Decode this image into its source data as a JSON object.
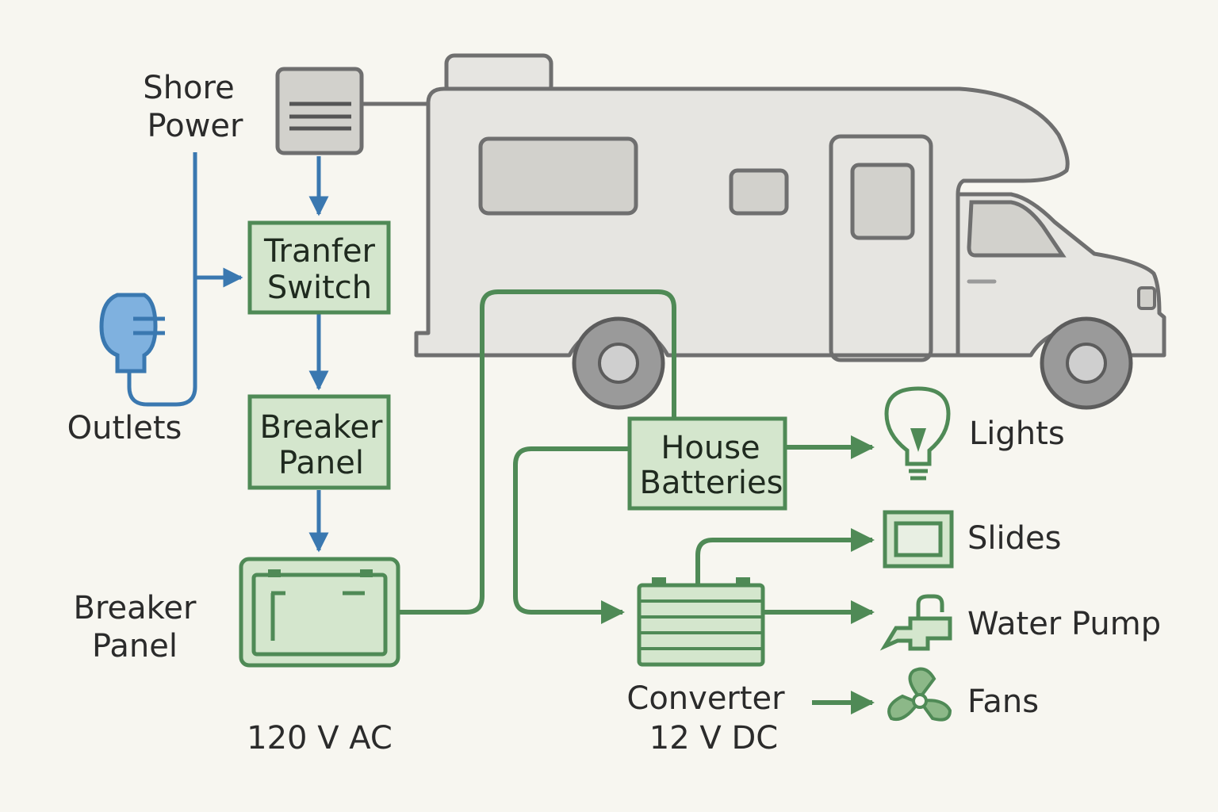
{
  "labels": {
    "shore_power_1": "Shore",
    "shore_power_2": "Power",
    "outlets": "Outlets",
    "transfer_switch_1": "Tranfer",
    "transfer_switch_2": "Switch",
    "breaker_panel_box_1": "Breaker",
    "breaker_panel_box_2": "Panel",
    "breaker_panel_side_1": "Breaker",
    "breaker_panel_side_2": "Panel",
    "ac_label": "120 V AC",
    "house_batteries_1": "House",
    "house_batteries_2": "Batteries",
    "converter_1": "Converter",
    "converter_2": "12 V DC",
    "lights": "Lights",
    "slides": "Slides",
    "water_pump": "Water Pump",
    "fans": "Fans"
  },
  "colors": {
    "ac_line": "#3a78b0",
    "dc_line": "#4f8a56",
    "box_fill": "#d4e6cd",
    "rv_body": "#e6e5e1",
    "rv_outline": "#6f6f6f",
    "background": "#f7f6f0"
  },
  "icons": [
    "shore-power-pedestal-icon",
    "plug-icon",
    "battery-icon",
    "converter-icon",
    "lightbulb-icon",
    "slide-panel-icon",
    "water-pump-icon",
    "fan-icon"
  ]
}
